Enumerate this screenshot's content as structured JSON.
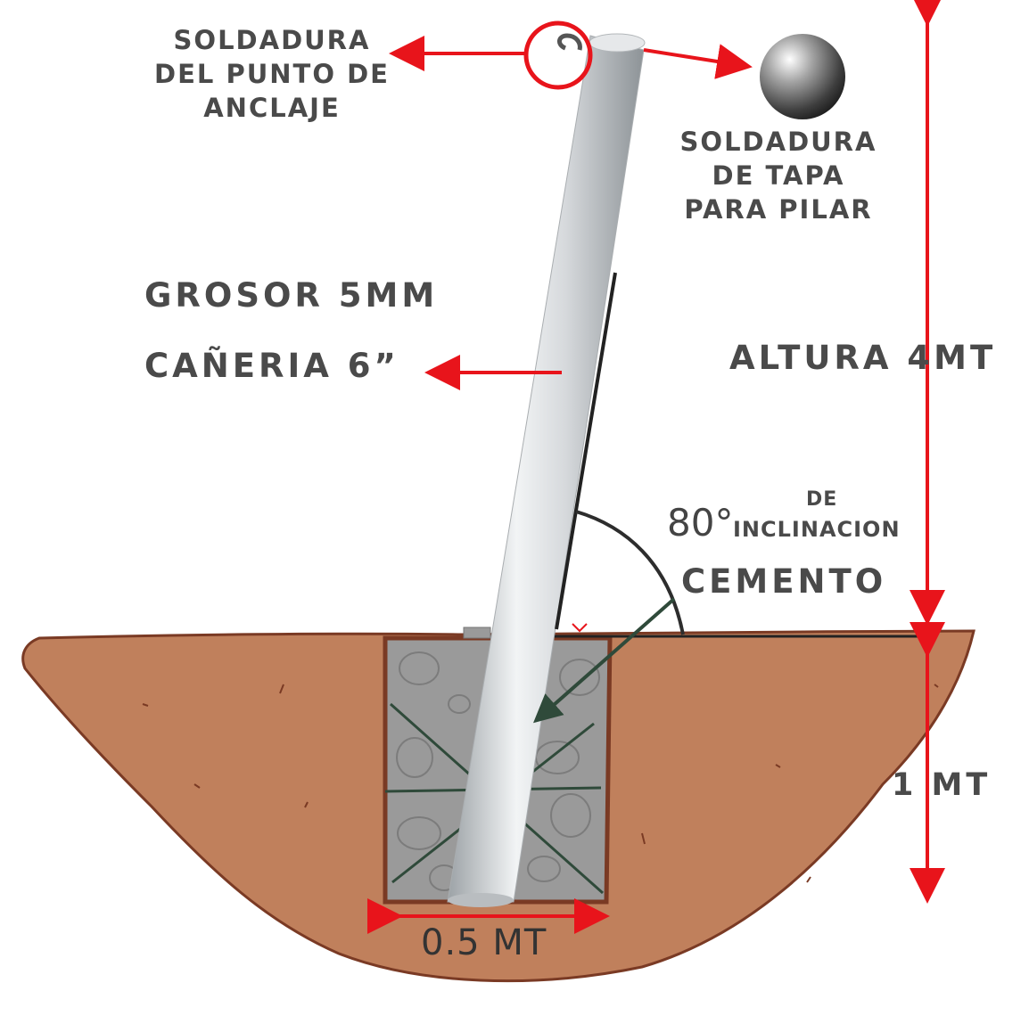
{
  "labels": {
    "weld_anchor": [
      "SOLDADURA",
      "DEL PUNTO DE",
      "ANCLAJE"
    ],
    "weld_cap": [
      "SOLDADURA",
      "DE TAPA",
      "PARA PILAR"
    ],
    "thickness": "GROSOR 5MM",
    "pipe": "CAÑERIA 6”",
    "height": "ALTURA 4MT",
    "angle_value": "80°",
    "angle_de": "DE",
    "angle_incl": "INCLINACION",
    "cement": "CEMENTO",
    "depth": "1 MT",
    "width": "0.5 MT"
  },
  "colors": {
    "soil": "#c0805c",
    "soil_edge": "#7a3a24",
    "concrete": "#9a9a9a",
    "pipe": "#cfd3d6",
    "arrow_red": "#e8141b",
    "guide_dark": "#2f4a3a",
    "text": "#4a4a4a"
  },
  "icons": [
    "anchor-loop-icon",
    "cap-sphere-icon"
  ]
}
